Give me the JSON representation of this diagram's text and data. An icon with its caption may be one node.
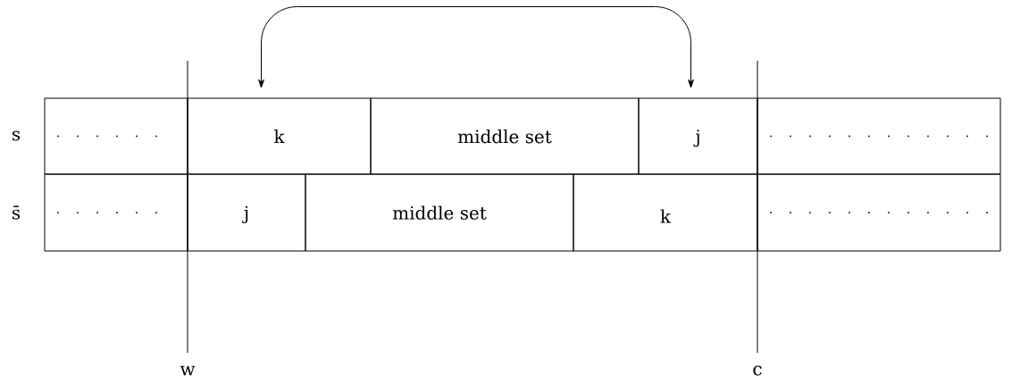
{
  "diagram": {
    "nodes": [
      {
        "text": [],
        "shape": "box"
      },
      {
        "text": [
          "k"
        ]
      },
      {
        "text": [
          "middle set"
        ]
      },
      {
        "text": [
          "j"
        ]
      },
      {
        "text": [],
        "shape": "box"
      },
      {
        "text": [],
        "shape": "box"
      },
      {
        "text": [
          "j"
        ]
      },
      {
        "text": [
          "middle set"
        ]
      },
      {
        "text": [
          "k"
        ]
      },
      {
        "text": [],
        "shape": "box"
      }
    ],
    "edges": [
      {
        "from": 1,
        "to": 3,
        "arrow": "both"
      }
    ],
    "labels": [
      "s",
      "s̄",
      "w",
      "c"
    ]
  }
}
